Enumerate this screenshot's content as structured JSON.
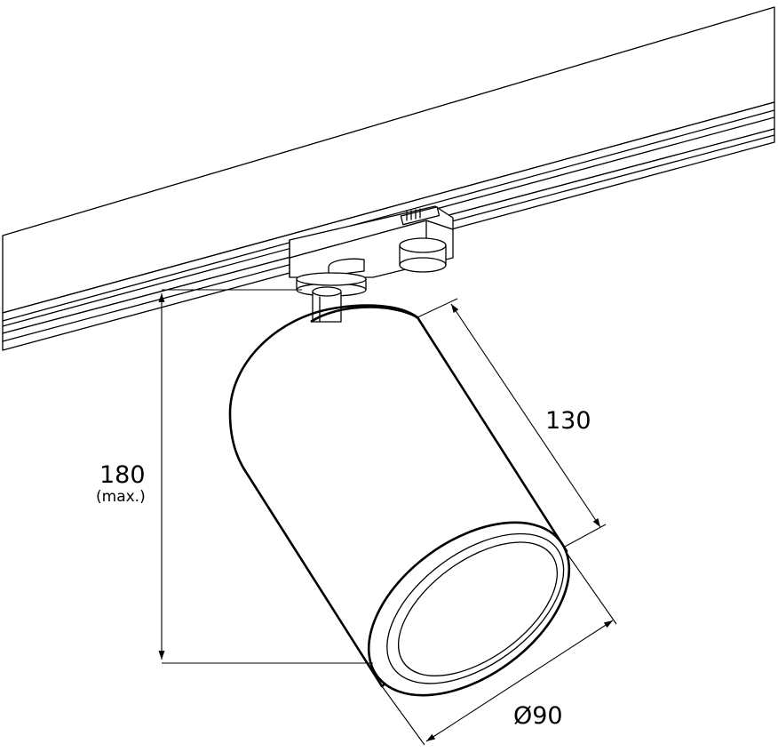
{
  "dimensions": {
    "height": {
      "value": "180",
      "note": "(max.)"
    },
    "length": {
      "value": "130"
    },
    "diameter": {
      "value": "Ø90"
    }
  },
  "colors": {
    "line": "#000000",
    "background": "#ffffff"
  }
}
